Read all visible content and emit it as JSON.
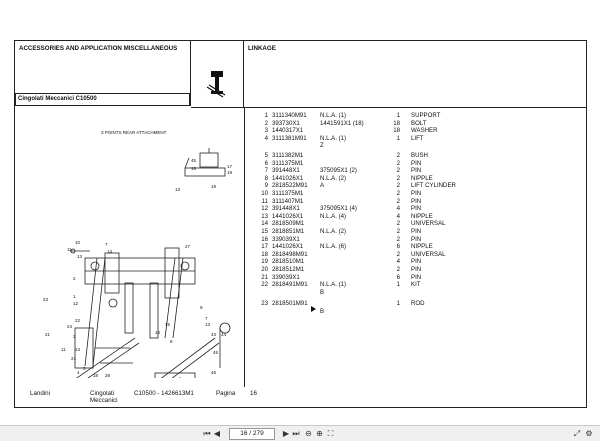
{
  "header": {
    "left_title": "ACCESSORIES AND APPLICATION MISCELLANEOUS",
    "right_title": "LINKAGE",
    "model": "Cingolati Meccanici C10500"
  },
  "diagram": {
    "caption": "3 POINTS REAR ATTACHMENT",
    "callouts": [
      "45",
      "16",
      "17",
      "18",
      "19",
      "13",
      "10",
      "11",
      "13",
      "7",
      "14",
      "27",
      "2",
      "1",
      "23",
      "12",
      "22",
      "24",
      "3",
      "21",
      "11",
      "13",
      "21",
      "3",
      "4",
      "18",
      "28",
      "15",
      "16",
      "8",
      "9",
      "7",
      "13",
      "43",
      "44",
      "45",
      "46",
      "12",
      "6",
      "20",
      "13",
      "11",
      "3",
      "8",
      "13",
      "5",
      "21",
      "19",
      "3"
    ]
  },
  "parts": [
    {
      "no": "1",
      "pn": "3111340M91",
      "nla": "N.L.A.  (1)",
      "qty": "1",
      "desc": "SUPPORT"
    },
    {
      "no": "2",
      "pn": "393730X1",
      "nla": "1441591X1  (18)",
      "qty": "18",
      "desc": "BOLT"
    },
    {
      "no": "3",
      "pn": "1440317X1",
      "nla": "",
      "qty": "18",
      "desc": "WASHER"
    },
    {
      "no": "4",
      "pn": "3111381M91",
      "nla": "N.L.A.  (1)",
      "qty": "1",
      "desc": "LIFT"
    },
    {
      "no": "",
      "pn": "",
      "nla": "Z",
      "qty": "",
      "desc": ""
    },
    {
      "no": "5",
      "pn": "3111382M1",
      "nla": "",
      "qty": "2",
      "desc": "BUSH"
    },
    {
      "no": "6",
      "pn": "3111375M1",
      "nla": "",
      "qty": "2",
      "desc": "PIN"
    },
    {
      "no": "7",
      "pn": "391448X1",
      "nla": "375095X1  (2)",
      "qty": "2",
      "desc": "PIN"
    },
    {
      "no": "8",
      "pn": "1441026X1",
      "nla": "N.L.A.  (2)",
      "qty": "2",
      "desc": "NIPPLE"
    },
    {
      "no": "9",
      "pn": "2818522M91",
      "nla": "A",
      "qty": "2",
      "desc": "LIFT CYLINDER"
    },
    {
      "no": "10",
      "pn": "3111375M1",
      "nla": "",
      "qty": "2",
      "desc": "PIN"
    },
    {
      "no": "11",
      "pn": "3111407M1",
      "nla": "",
      "qty": "2",
      "desc": "PIN"
    },
    {
      "no": "12",
      "pn": "391448X1",
      "nla": "375095X1  (4)",
      "qty": "4",
      "desc": "PIN"
    },
    {
      "no": "13",
      "pn": "1441026X1",
      "nla": "N.L.A.  (4)",
      "qty": "4",
      "desc": "NIPPLE"
    },
    {
      "no": "14",
      "pn": "2818509M1",
      "nla": "",
      "qty": "2",
      "desc": "UNIVERSAL"
    },
    {
      "no": "15",
      "pn": "2818851M1",
      "nla": "N.L.A.  (2)",
      "qty": "2",
      "desc": "PIN"
    },
    {
      "no": "16",
      "pn": "339039X1",
      "nla": "",
      "qty": "2",
      "desc": "PIN"
    },
    {
      "no": "17",
      "pn": "1441026X1",
      "nla": "N.L.A.  (6)",
      "qty": "6",
      "desc": "NIPPLE"
    },
    {
      "no": "18",
      "pn": "2818498M91",
      "nla": "",
      "qty": "2",
      "desc": "UNIVERSAL"
    },
    {
      "no": "19",
      "pn": "2818510M1",
      "nla": "",
      "qty": "4",
      "desc": "PIN"
    },
    {
      "no": "20",
      "pn": "2818512M1",
      "nla": "",
      "qty": "2",
      "desc": "PIN"
    },
    {
      "no": "21",
      "pn": "339039X1",
      "nla": "",
      "qty": "6",
      "desc": "PIN"
    },
    {
      "no": "22",
      "pn": "2818491M91",
      "nla": "N.L.A.  (1)",
      "qty": "1",
      "desc": "KIT"
    },
    {
      "no": "",
      "pn": "",
      "nla": "B",
      "qty": "",
      "desc": ""
    },
    {
      "no": "23",
      "pn": "2818501M91",
      "nla": "",
      "qty": "1",
      "desc": "ROD"
    },
    {
      "no": "",
      "pn": "",
      "nla": "B",
      "qty": "",
      "desc": ""
    }
  ],
  "footer": {
    "brand": "Landini",
    "series": "Cingolati",
    "series2": "Meccanici",
    "catalog": "C10500 - 1426613M1",
    "page_label": "Pagina",
    "page_no": "16"
  },
  "viewer": {
    "page_input": "16 / 279",
    "zoom_label": "",
    "icons": [
      "first-page-icon",
      "prev-page-icon",
      "next-page-icon",
      "last-page-icon",
      "zoom-out-icon",
      "zoom-in-icon",
      "fit-page-icon",
      "fullscreen-icon",
      "settings-icon"
    ]
  }
}
